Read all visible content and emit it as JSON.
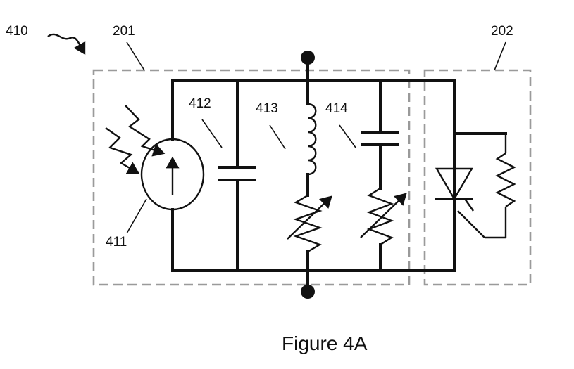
{
  "labels": {
    "ref_410": "410",
    "ref_201": "201",
    "ref_202": "202",
    "ref_411": "411",
    "ref_412": "412",
    "ref_413": "413",
    "ref_414": "414"
  },
  "caption": "Figure 4A"
}
